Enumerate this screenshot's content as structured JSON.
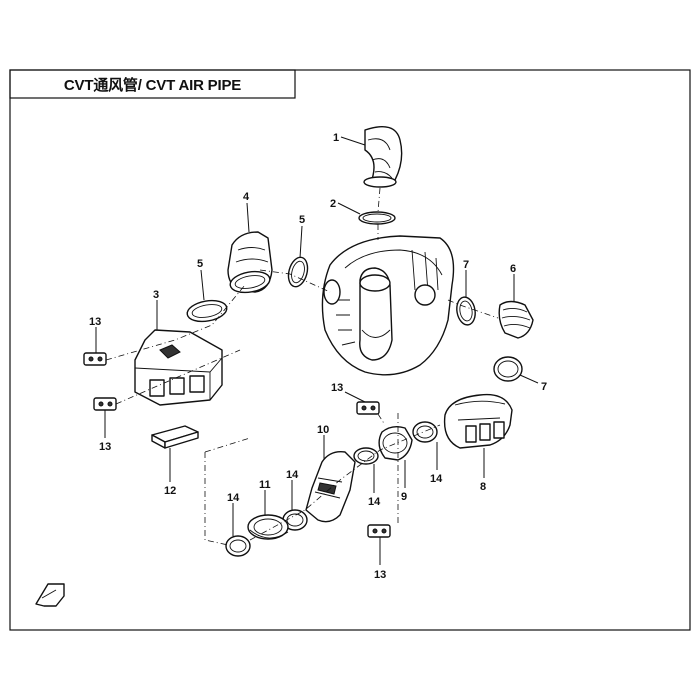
{
  "header": {
    "title": "CVT通风管/ CVT AIR PIPE"
  },
  "callouts": {
    "c1": "1",
    "c2": "2",
    "c3": "3",
    "c4": "4",
    "c5a": "5",
    "c5b": "5",
    "c6": "6",
    "c7a": "7",
    "c7b": "7",
    "c8": "8",
    "c9": "9",
    "c10": "10",
    "c11": "11",
    "c12": "12",
    "c13a": "13",
    "c13b": "13",
    "c13c": "13",
    "c13d": "13",
    "c14a": "14",
    "c14b": "14",
    "c14c": "14",
    "c14d": "14"
  }
}
